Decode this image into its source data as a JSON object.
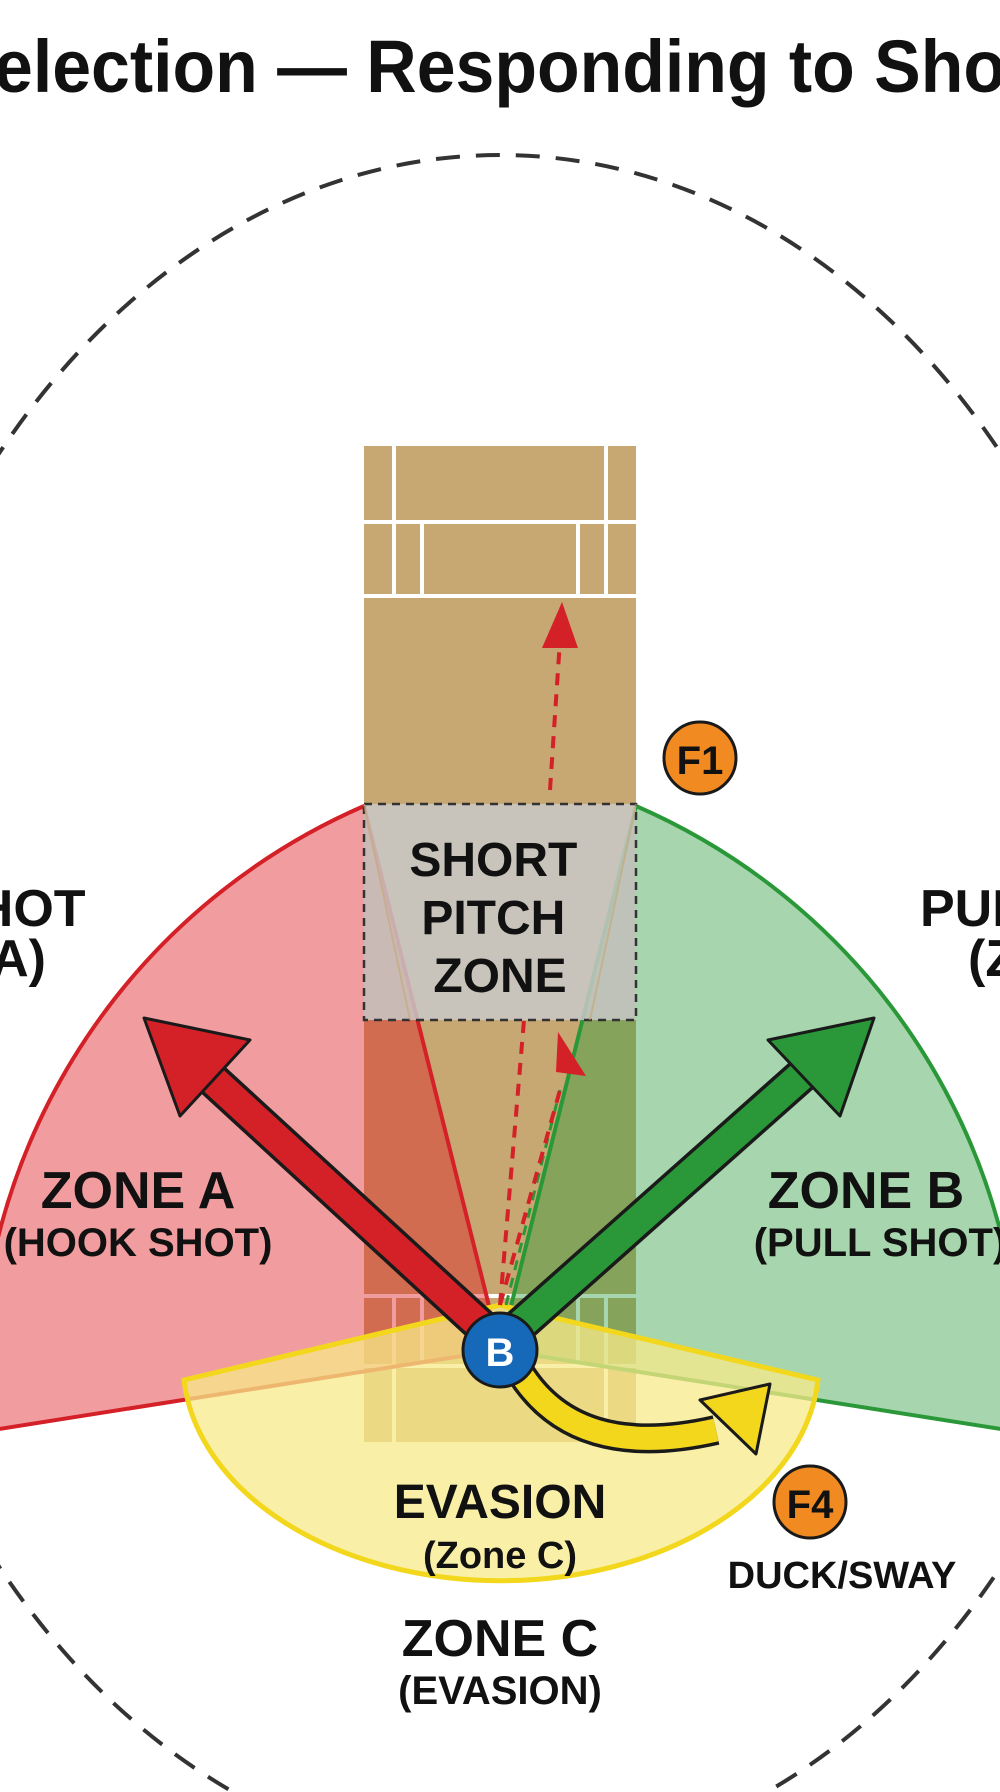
{
  "title": "election — Responding to Sho",
  "pitch": {
    "short_zone_lines": [
      "SHORT",
      "PITCH",
      "ZONE"
    ]
  },
  "zones": {
    "hook": {
      "outer_lines": [
        "SHOT",
        "A)"
      ],
      "name": "ZONE A",
      "desc": "(HOOK SHOT)",
      "color": "#e0262a"
    },
    "pull": {
      "outer_lines": [
        "PUL",
        "(Z"
      ],
      "name": "ZONE B",
      "desc": "(PULL SHOT)",
      "color": "#2e9e3e"
    },
    "evasion": {
      "inner_name": "EVASION",
      "inner_desc": "(Zone C)",
      "name": "ZONE C",
      "desc": "(EVASION)",
      "color": "#f2d71d"
    }
  },
  "batsman": {
    "label": "B",
    "color": "#1669b8"
  },
  "fielders": {
    "f1": {
      "label": "F1",
      "color": "#f28a22"
    },
    "f4": {
      "label": "F4",
      "color": "#f28a22",
      "caption": "DUCK/SWAY"
    }
  }
}
